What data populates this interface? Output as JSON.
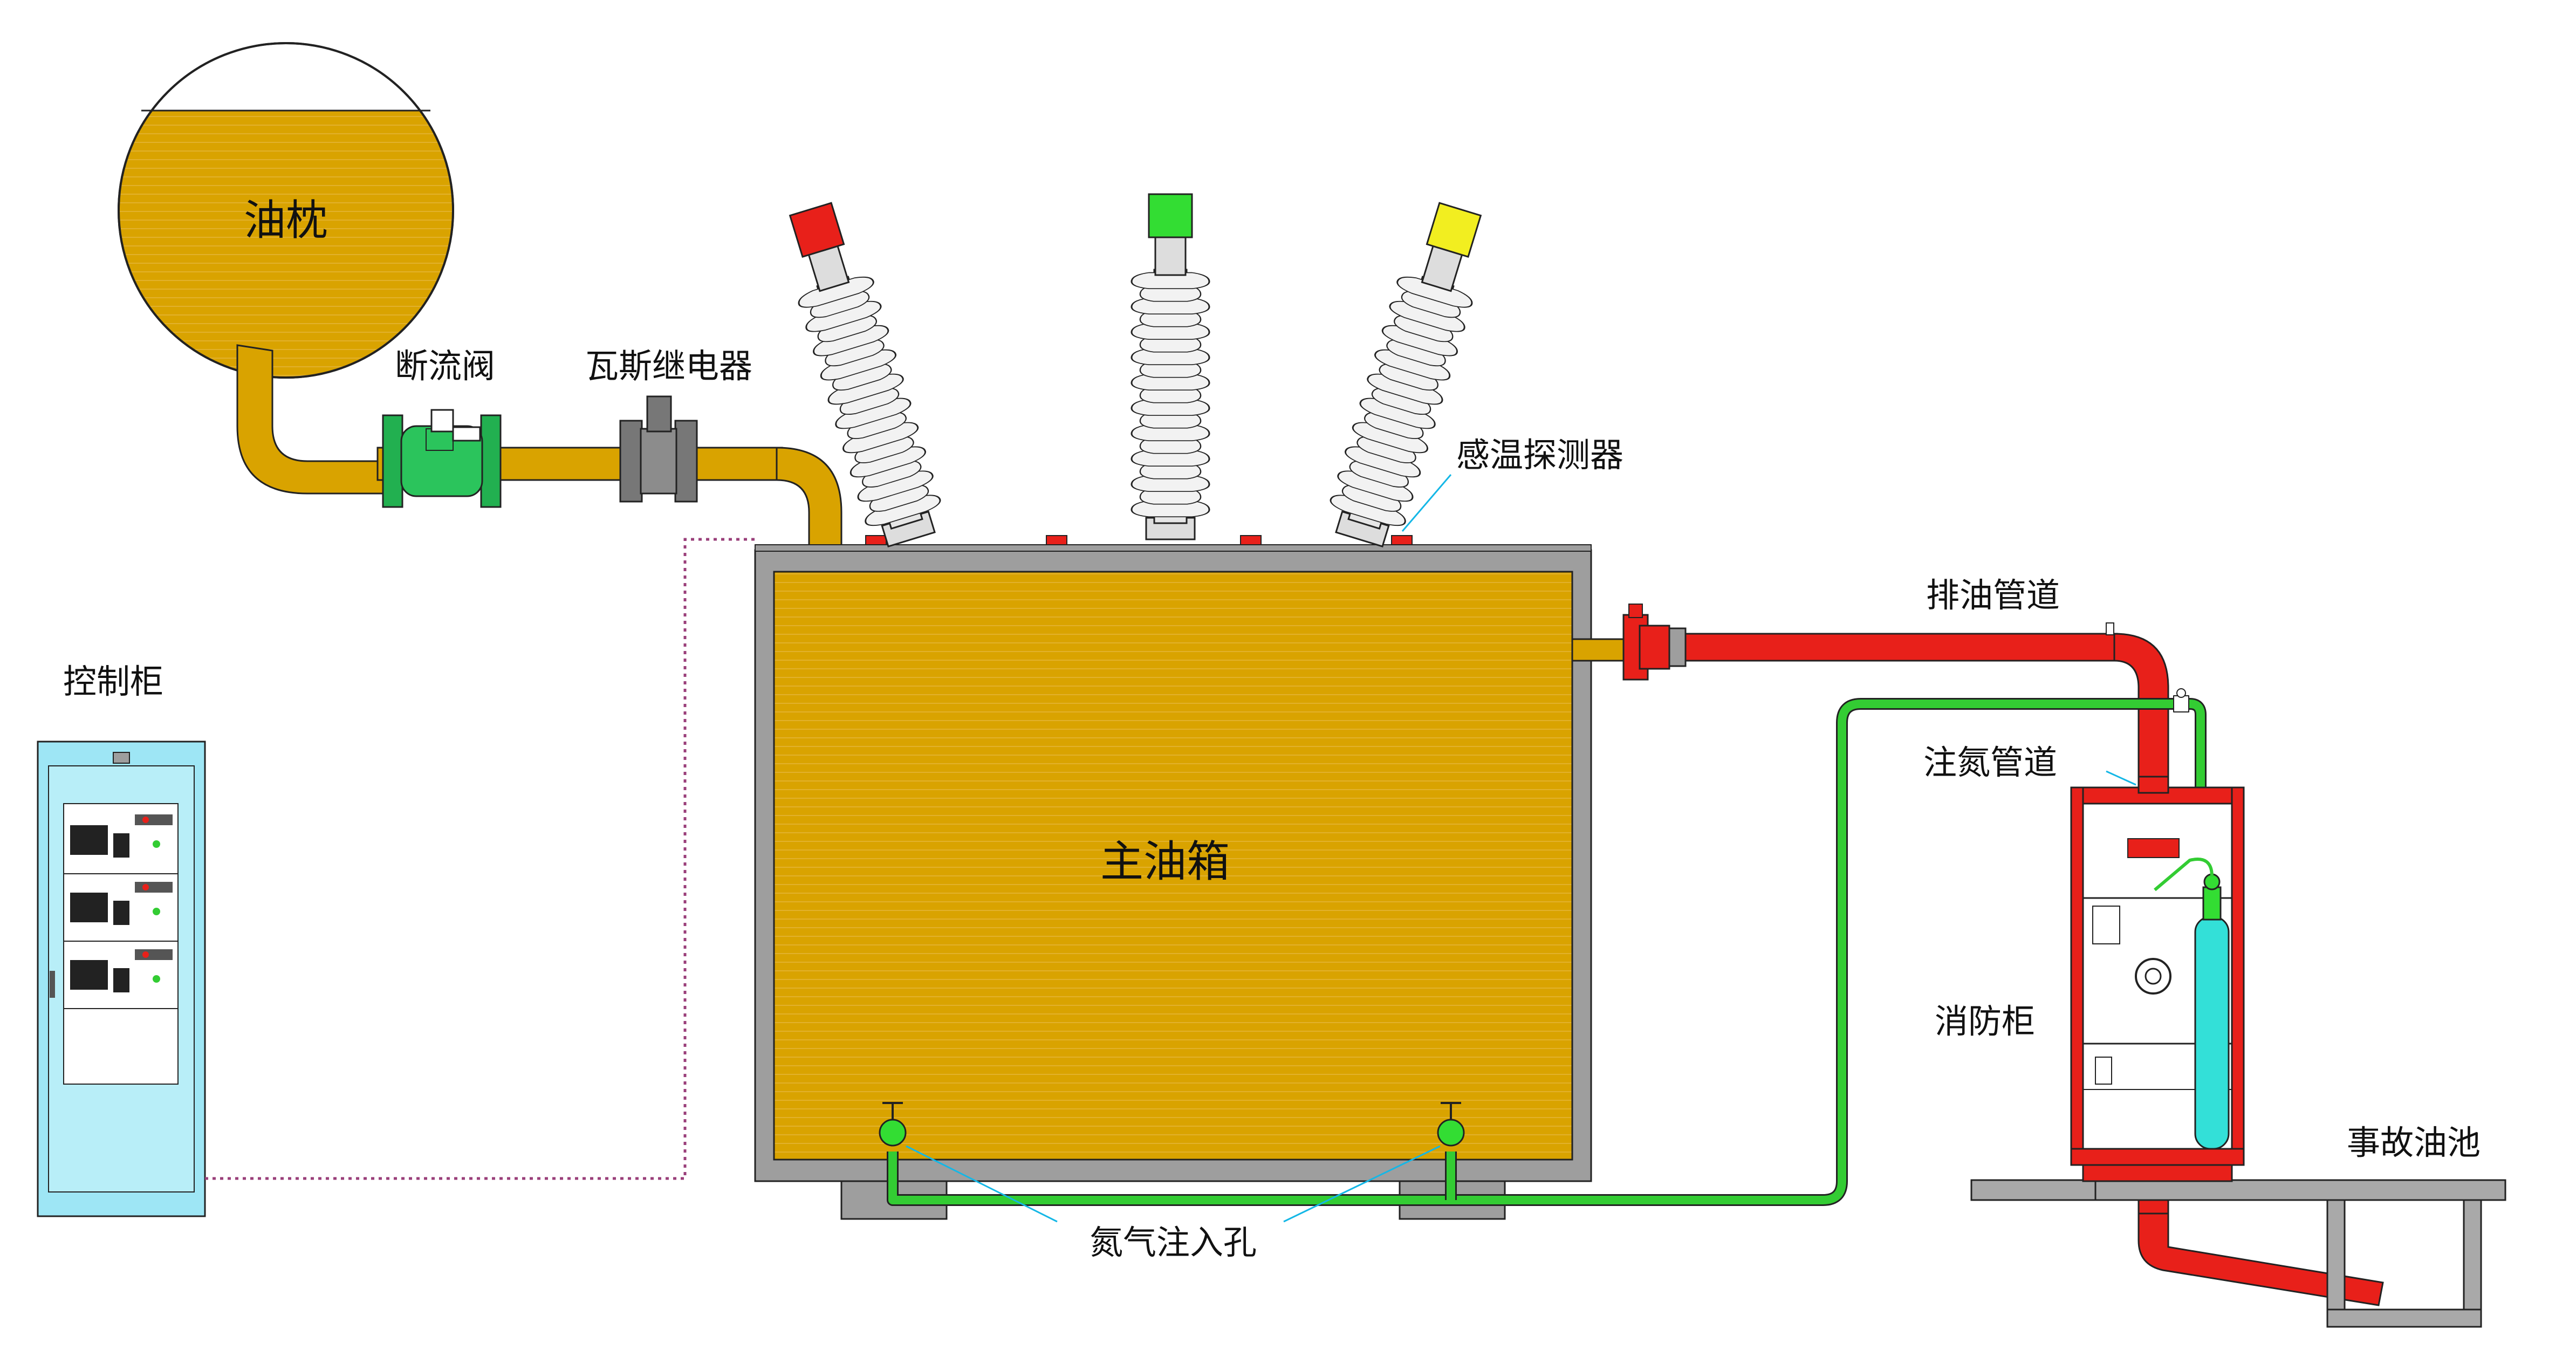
{
  "labels": {
    "conservator": "油枕",
    "shutoff_valve": "断流阀",
    "gas_relay": "瓦斯继电器",
    "temp_detector": "感温探测器",
    "control_cabinet": "控制柜",
    "main_tank": "主油箱",
    "drain_pipe": "排油管道",
    "nitrogen_pipe": "注氮管道",
    "fire_cabinet": "消防柜",
    "accident_pit": "事故油池",
    "nitrogen_inlet": "氮气注入孔"
  },
  "colors": {
    "oil": "#D9A300",
    "oil_dark": "#B38600",
    "drain_red": "#E8201A",
    "nitrogen_green": "#33CC33",
    "gas_cylinder": "#33E0D8",
    "valve_green": "#22B050",
    "cabinet_cyan": "#9EE6F5",
    "tank_gray": "#9E9E9E",
    "wire_purple": "#9A3F7A",
    "bushing_red": "#E8201A",
    "bushing_green": "#33DD33",
    "bushing_yellow": "#F2EE20",
    "leader_cyan": "#14B7E6"
  }
}
